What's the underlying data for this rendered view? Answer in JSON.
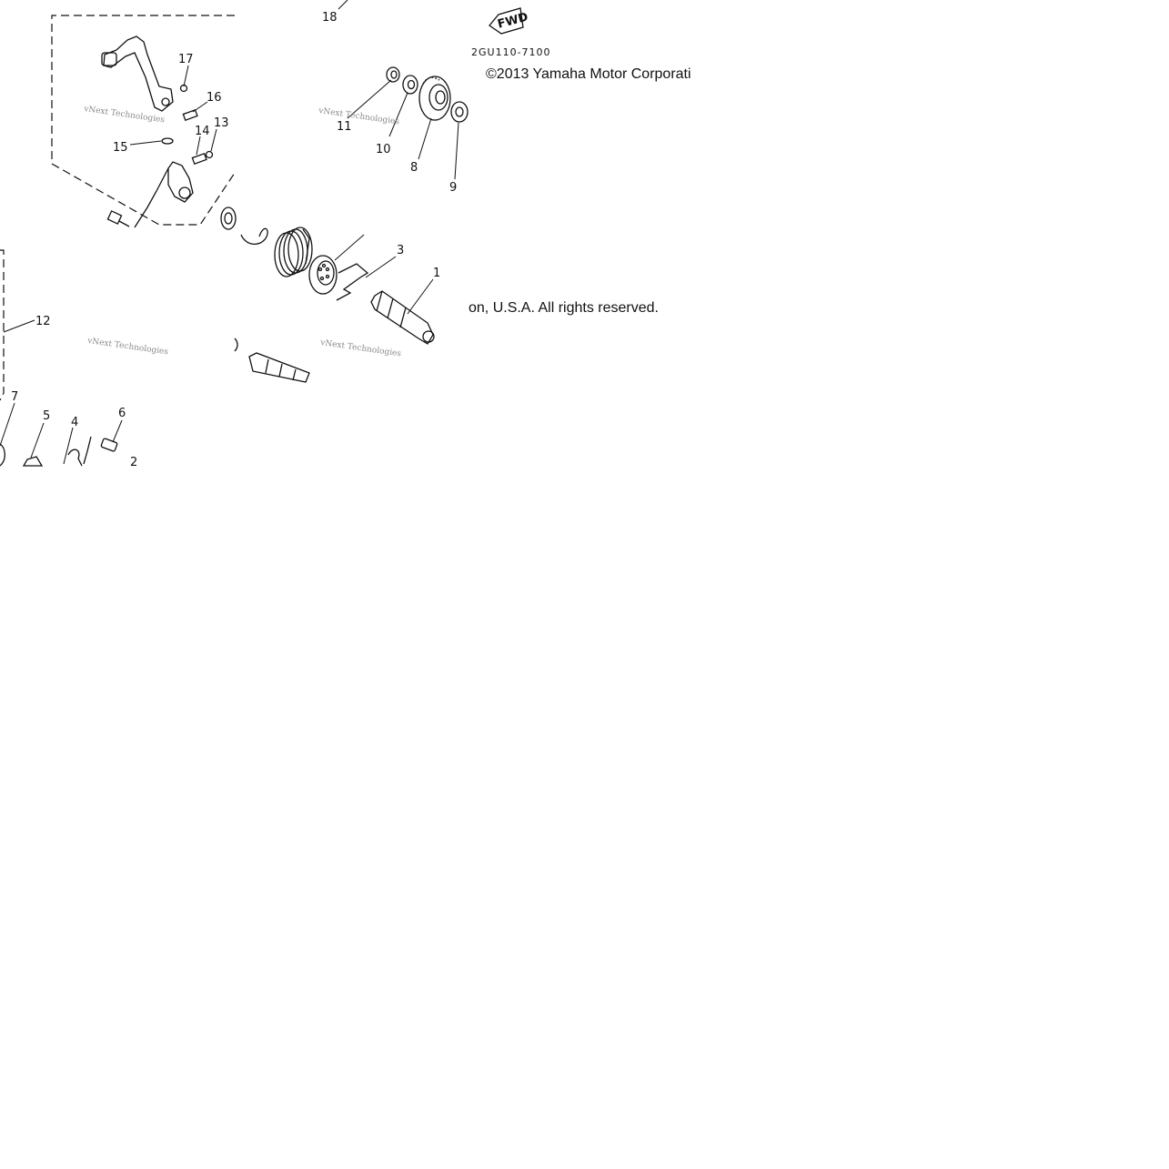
{
  "diagram": {
    "drawing_code": "2GU110-7100",
    "fwd_label": "FWD",
    "copyright_part1": "©2013 Yamaha Motor Corporati",
    "copyright_part2": "on, U.S.A. All rights reserved.",
    "watermark": "vNext Technologies",
    "callouts": [
      "1",
      "2",
      "3",
      "4",
      "5",
      "6",
      "7",
      "8",
      "9",
      "10",
      "11",
      "12",
      "13",
      "14",
      "15",
      "16",
      "17",
      "18"
    ]
  }
}
